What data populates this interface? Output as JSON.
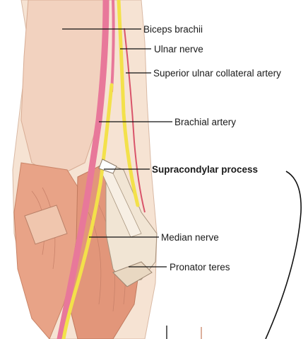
{
  "labels": {
    "biceps": "Biceps brachii",
    "ulnar_nerve": "Ulnar nerve",
    "sup_ulnar_artery": "Superior ulnar collateral artery",
    "brachial_artery": "Brachial artery",
    "supracondylar": "Supracondylar process",
    "median_nerve": "Median nerve",
    "pronator": "Pronator teres"
  },
  "colors": {
    "skin": "#f4dcc8",
    "muscle": "#e9a98a",
    "muscle_dark": "#d98a6c",
    "artery": "#e8789a",
    "nerve": "#f3e14a",
    "bone": "#efe3d2",
    "leader": "#111111"
  }
}
